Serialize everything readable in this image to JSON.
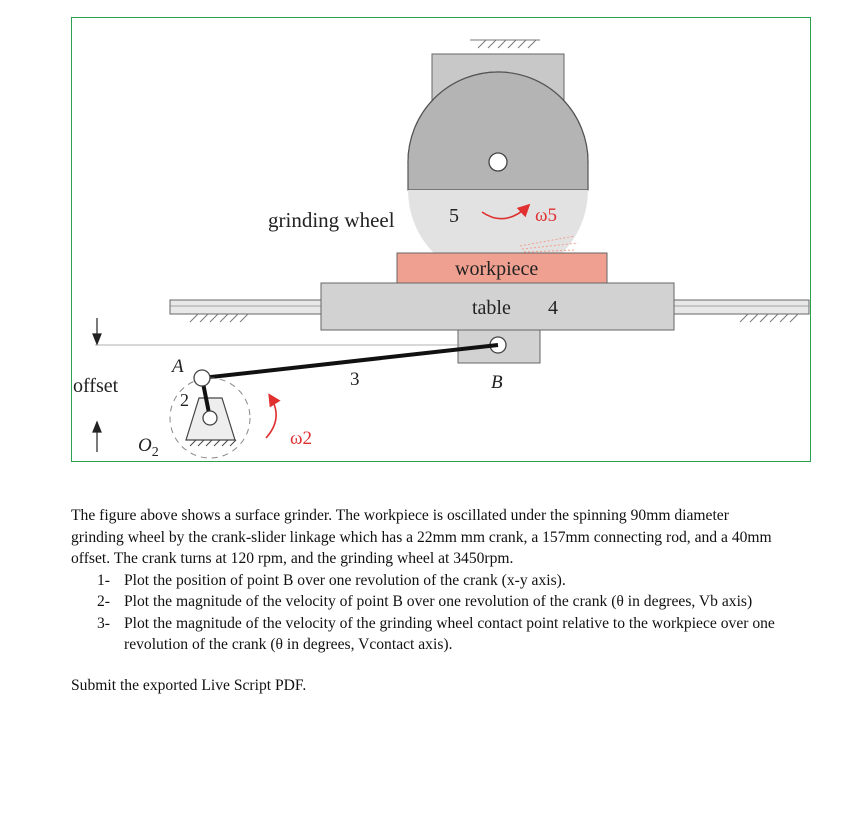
{
  "figure": {
    "labels": {
      "grinding_wheel": "grinding wheel",
      "wheel_number": "5",
      "omega_5": "ω5",
      "workpiece": "workpiece",
      "table": "table",
      "table_number": "4",
      "offset": "offset",
      "point_a": "A",
      "point_b": "B",
      "link_2": "2",
      "link_3": "3",
      "o2": "O2",
      "omega_2": "ω2"
    },
    "colors": {
      "frame_border": "#2aa050",
      "workpiece_fill": "#f0a090",
      "rotation_arrow": "#e03030",
      "wheel_fill": "#b4b4b4",
      "table_fill": "#d2d2d2"
    }
  },
  "text": {
    "intro": "The figure above shows a surface grinder. The workpiece is oscillated under the spinning 90mm diameter grinding wheel by the crank-slider linkage which has a 22mm mm crank, a 157mm connecting rod, and a 40mm offset. The crank turns at 120 rpm, and the grinding wheel at 3450rpm.",
    "tasks": [
      {
        "num": "1-",
        "text": "Plot the position of point B over one revolution of the crank (x-y axis)."
      },
      {
        "num": "2-",
        "text": "Plot the magnitude of the velocity of point B over one revolution of the crank (θ in degrees, Vb axis)"
      },
      {
        "num": "3-",
        "text": "Plot the magnitude of the velocity of the grinding wheel contact point relative to the workpiece over one revolution of the crank (θ in degrees, Vcontact axis)."
      }
    ],
    "submit": "Submit the exported Live Script PDF."
  }
}
